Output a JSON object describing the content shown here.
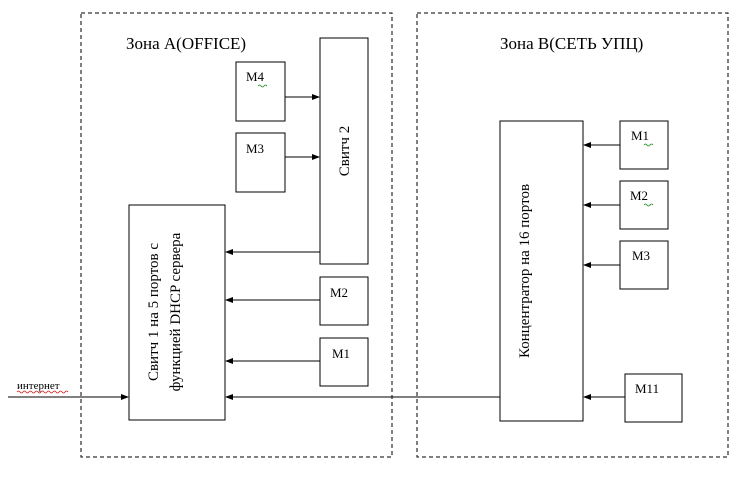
{
  "zones": {
    "a": {
      "title": "Зона А(OFFICE)"
    },
    "b": {
      "title": "Зона В(СЕТЬ УПЦ)"
    }
  },
  "devices": {
    "switch1": {
      "line1": "Свитч 1 на 5 портов с",
      "line2": "функцией DHCP сервера"
    },
    "switch2": {
      "label": "Свитч 2"
    },
    "hub": {
      "label": "Концентратор на 16 портов"
    }
  },
  "machines_a": {
    "m4": "М4",
    "m3": "М3",
    "m2": "М2",
    "m1": "М1"
  },
  "machines_b": {
    "m1": "М1",
    "m2": "М2",
    "m3": "М3",
    "m11": "М11"
  },
  "internet": {
    "label": "интернет"
  }
}
